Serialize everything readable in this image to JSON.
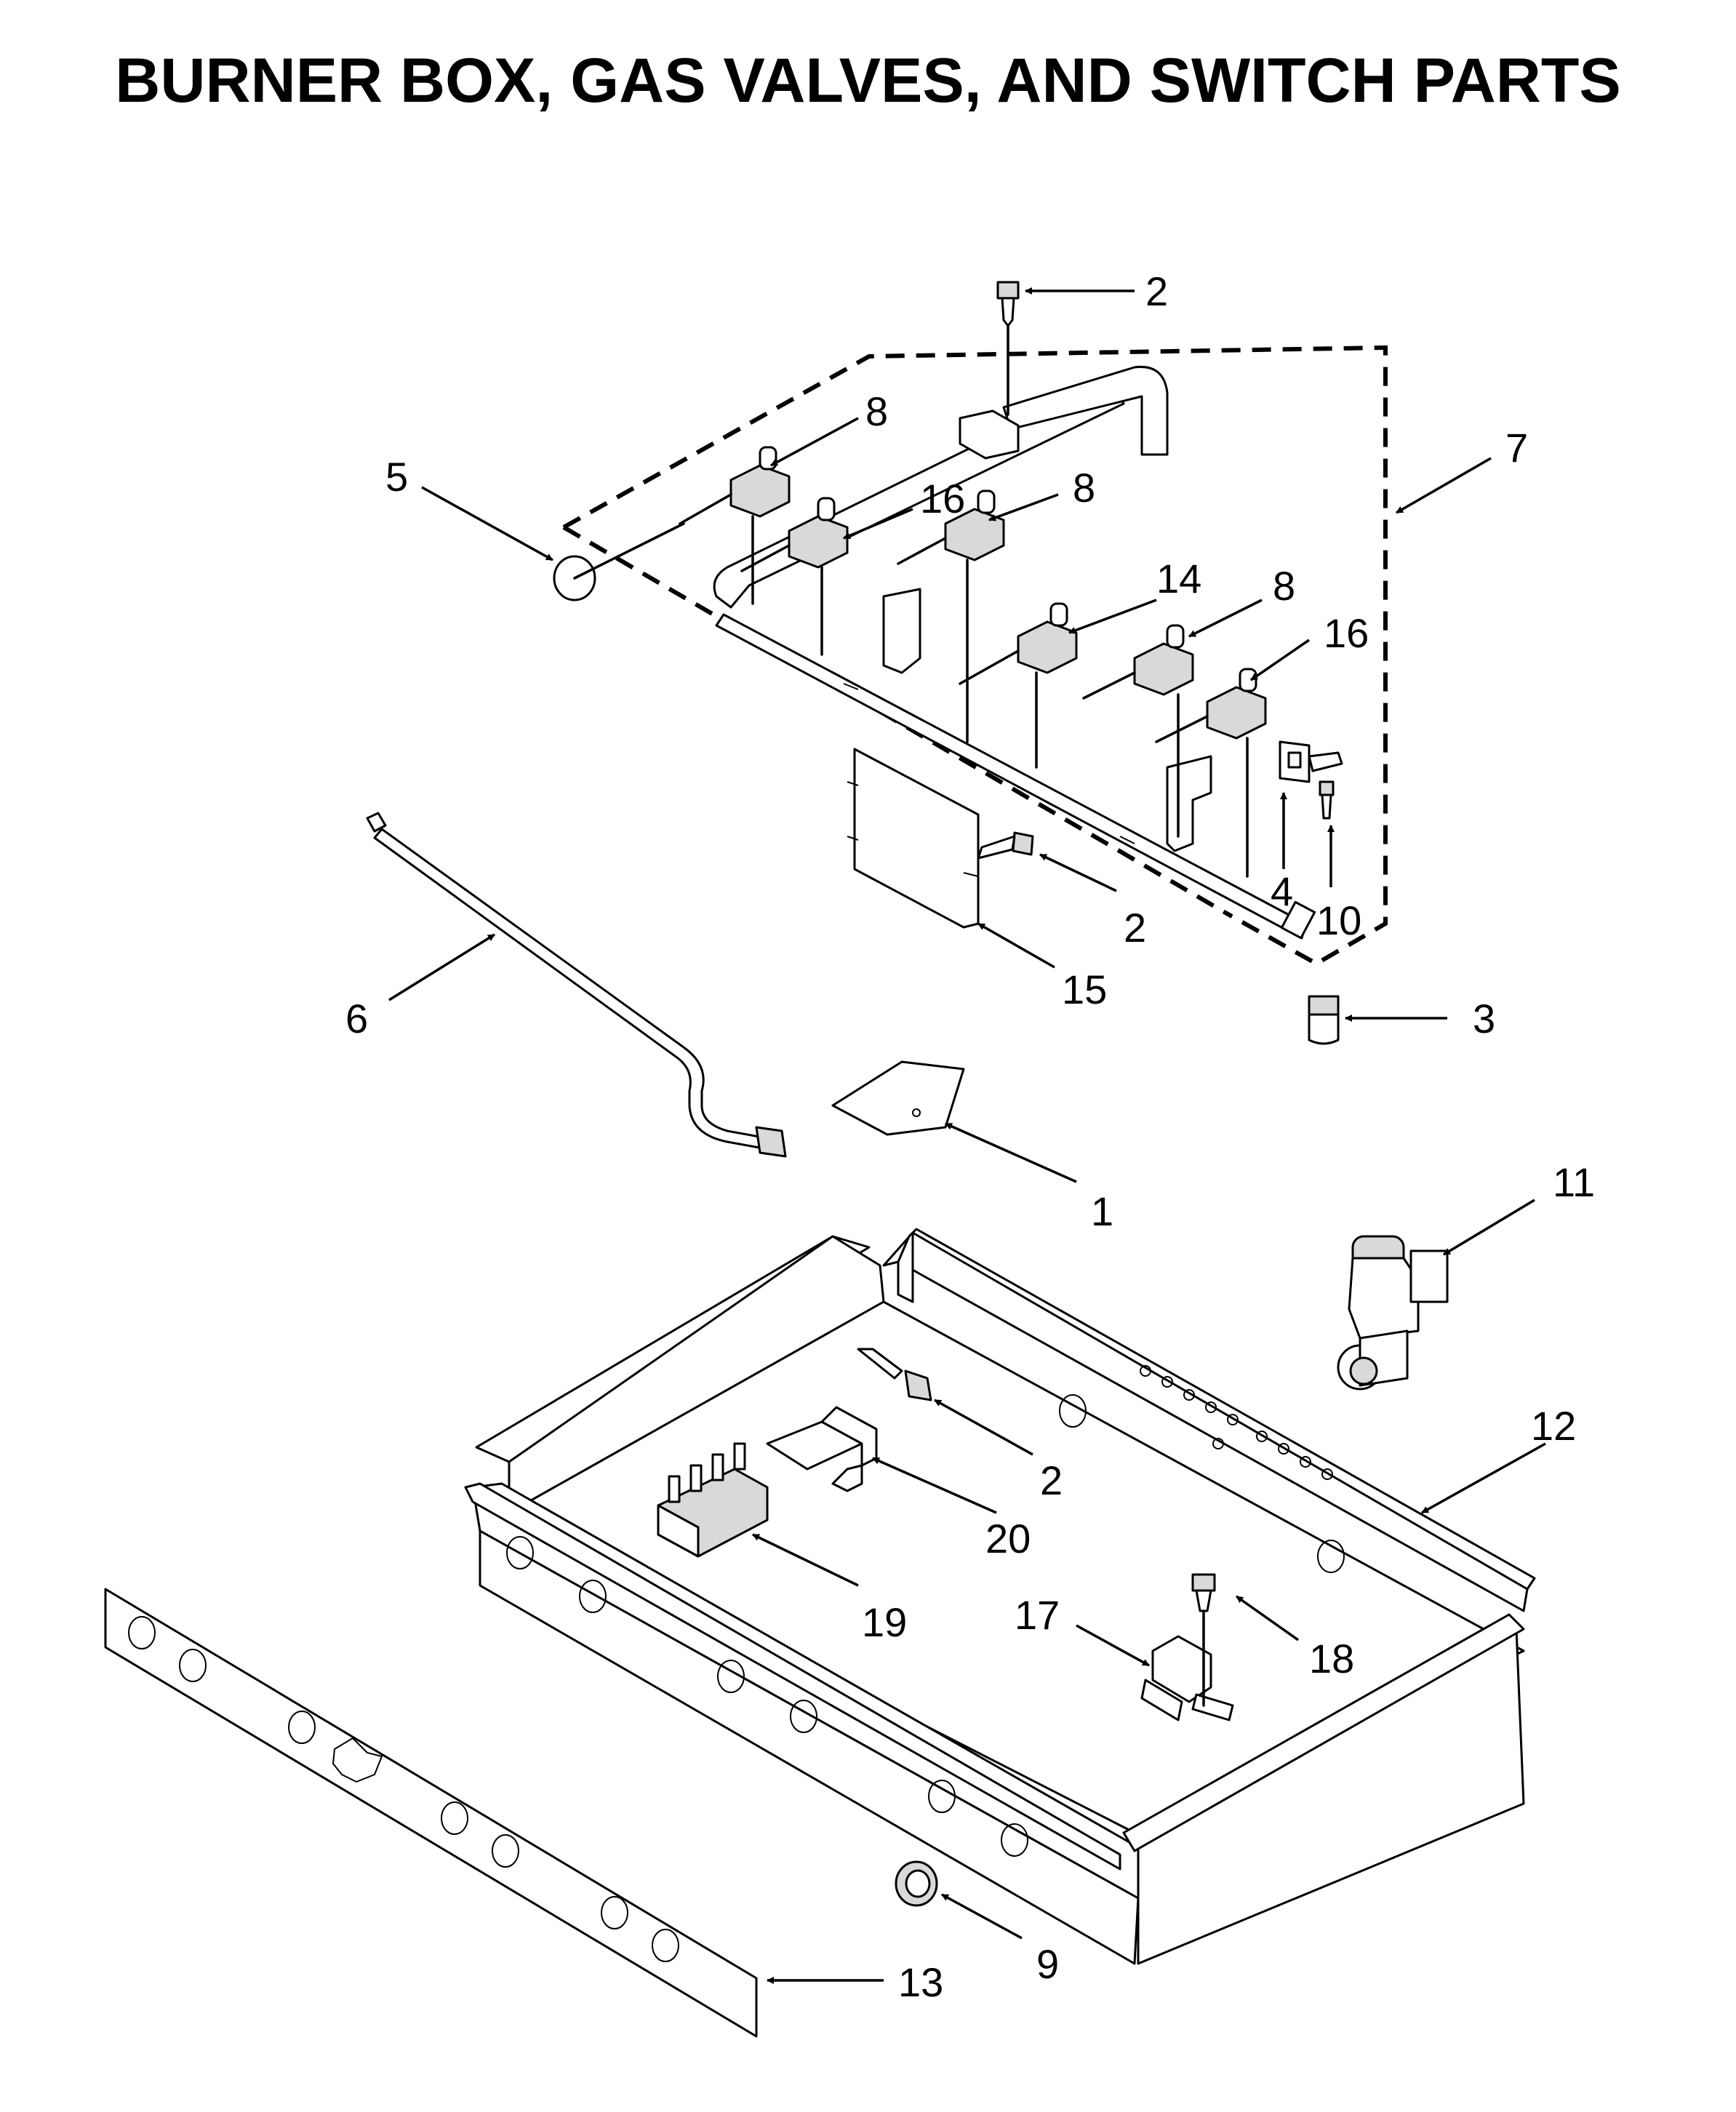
{
  "title": "BURNER BOX, GAS VALVES, AND SWITCH PARTS",
  "callouts": [
    "2",
    "8",
    "5",
    "16",
    "8",
    "7",
    "14",
    "8",
    "16",
    "4",
    "10",
    "2",
    "15",
    "6",
    "3",
    "1",
    "11",
    "12",
    "2",
    "20",
    "19",
    "17",
    "18",
    "13",
    "9"
  ]
}
